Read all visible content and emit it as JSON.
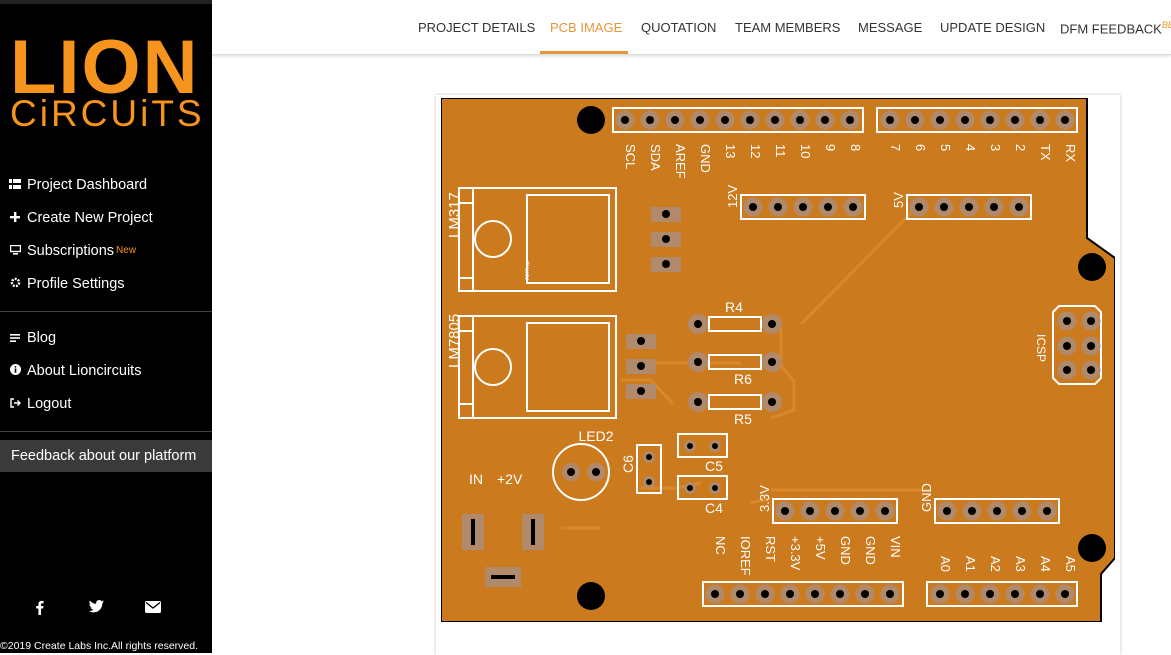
{
  "brand": {
    "logo_top": "LION",
    "logo_bottom": "CiRCUiTS"
  },
  "sidebar": {
    "menu": [
      {
        "label": "Project Dashboard",
        "icon": "grid-icon"
      },
      {
        "label": "Create New Project",
        "icon": "plus-icon"
      },
      {
        "label": "Subscriptions",
        "icon": "monitor-icon",
        "badge": "New"
      },
      {
        "label": "Profile Settings",
        "icon": "gear-icon"
      }
    ],
    "menu2": [
      {
        "label": "Blog",
        "icon": "lines-icon"
      },
      {
        "label": "About Lioncircuits",
        "icon": "info-icon"
      },
      {
        "label": "Logout",
        "icon": "logout-icon"
      }
    ],
    "feedback_label": "Feedback about our platform",
    "copyright": "©2019 Create Labs Inc.All rights reserved."
  },
  "tabs": [
    {
      "label": "PROJECT DETAILS"
    },
    {
      "label": "PCB IMAGE",
      "active": true
    },
    {
      "label": "QUOTATION"
    },
    {
      "label": "TEAM MEMBERS"
    },
    {
      "label": "MESSAGE"
    },
    {
      "label": "UPDATE DESIGN"
    },
    {
      "label": "DFM FEEDBACK",
      "badge": "BETA"
    }
  ],
  "pcb": {
    "colors": {
      "board": "#cc7a1e",
      "silk": "#ffffff",
      "pad": "#b08a6a",
      "hole": "#000000"
    },
    "header_top_left_labels": [
      "SCL",
      "SDA",
      "AREF",
      "GND",
      "13",
      "12",
      "11",
      "10",
      "9",
      "8"
    ],
    "header_top_right_labels": [
      "7",
      "6",
      "5",
      "4",
      "3",
      "2",
      "TX",
      "RX"
    ],
    "header_bottom_left_labels": [
      "NC",
      "IOREF",
      "RST",
      "+3.3V",
      "+5V",
      "GND",
      "GND",
      "VIN"
    ],
    "header_bottom_right_labels": [
      "A0",
      "A1",
      "A2",
      "A3",
      "A4",
      "A5"
    ],
    "components": {
      "reg1": "LM317",
      "reg1_sub": "A17Amp",
      "reg2": "LM7805",
      "r4": "R4",
      "r6": "R6",
      "r5": "R5",
      "led": "LED2",
      "c6": "C6",
      "c5": "C5",
      "c4": "C4",
      "in": "IN",
      "v2": "+2V",
      "v12": "12V",
      "v5": "5V",
      "v33": "3.3V",
      "gnd": "GND",
      "icsp": "ICSP"
    }
  }
}
